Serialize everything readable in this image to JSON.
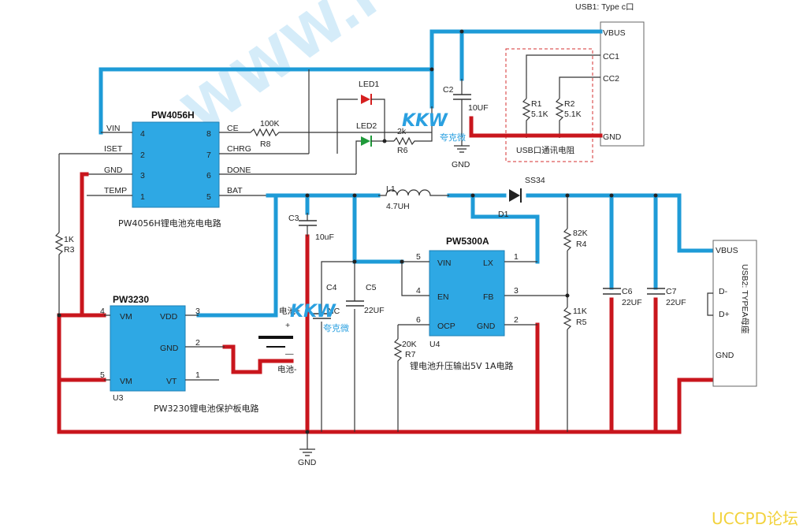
{
  "watermark": "WWW.PW",
  "brand": "UCCPD论坛",
  "logo": "KKW",
  "logo_sub": "夸克微",
  "usb1": {
    "title": "USB1: Type c口",
    "pins": [
      "VBUS",
      "CC1",
      "CC2",
      "GND"
    ],
    "note": "USB口通讯电阻"
  },
  "r1": {
    "ref": "R1",
    "val": "5.1K"
  },
  "r2": {
    "ref": "R2",
    "val": "5.1K"
  },
  "c2": {
    "ref": "C2",
    "val": "10UF"
  },
  "gnd_label": "GND",
  "pw4056": {
    "name": "PW4056H",
    "left_pins": [
      {
        "name": "VIN",
        "num": "4"
      },
      {
        "name": "ISET",
        "num": "2"
      },
      {
        "name": "GND",
        "num": "3"
      },
      {
        "name": "TEMP",
        "num": "1"
      }
    ],
    "right_pins": [
      {
        "name": "CE",
        "num": "8"
      },
      {
        "name": "CHRG",
        "num": "7"
      },
      {
        "name": "DONE",
        "num": "6"
      },
      {
        "name": "BAT",
        "num": "5"
      }
    ],
    "caption": "PW4056H锂电池充电电路"
  },
  "r8": {
    "ref": "R8",
    "val": "100K"
  },
  "r6": {
    "ref": "R6",
    "val": "2k"
  },
  "led1": "LED1",
  "led2": "LED2",
  "r3": {
    "ref": "R3",
    "val": "1K"
  },
  "l1": {
    "ref": "L1",
    "val": "4.7UH"
  },
  "d1": {
    "ref": "D1",
    "val": "SS34"
  },
  "c3": {
    "ref": "C3",
    "val": "10uF"
  },
  "c4": {
    "ref": "C4",
    "val": "NC"
  },
  "c5": {
    "ref": "C5",
    "val": "22UF"
  },
  "pw5300": {
    "name": "PW5300A",
    "ref": "U4",
    "left_pins": [
      {
        "name": "VIN",
        "num": "5"
      },
      {
        "name": "EN",
        "num": "4"
      },
      {
        "name": "OCP",
        "num": "6"
      }
    ],
    "right_pins": [
      {
        "name": "LX",
        "num": "1"
      },
      {
        "name": "FB",
        "num": "3"
      },
      {
        "name": "GND",
        "num": "2"
      }
    ],
    "caption": "锂电池升压输出5V 1A电路"
  },
  "r7": {
    "ref": "R7",
    "val": "20K"
  },
  "r4": {
    "ref": "R4",
    "val": "82K"
  },
  "r5": {
    "ref": "R5",
    "val": "11K"
  },
  "c6": {
    "ref": "C6",
    "val": "22UF"
  },
  "c7": {
    "ref": "C7",
    "val": "22UF"
  },
  "usb2": {
    "title": "USB2: TYPEA母座",
    "pins": [
      "VBUS",
      "D-",
      "D+",
      "GND"
    ]
  },
  "pw3230": {
    "name": "PW3230",
    "ref": "U3",
    "left_pins": [
      {
        "name": "VM",
        "num": "4"
      },
      {
        "name": "VM",
        "num": "5"
      }
    ],
    "right_pins": [
      {
        "name": "VDD",
        "num": "3"
      },
      {
        "name": "GND",
        "num": "2"
      },
      {
        "name": "VT",
        "num": "1"
      }
    ],
    "caption": "PW3230锂电池保护板电路"
  },
  "battery": {
    "plus": "电池+",
    "minus": "电池-",
    "sign_plus": "+",
    "sign_minus": "—"
  },
  "colors": {
    "vbus": "#1e9bd7",
    "gnd": "#c9161d",
    "ic": "#2ea8e4",
    "led1": "#d62020",
    "led2": "#1f9a3a",
    "brand": "#f2d23c"
  }
}
